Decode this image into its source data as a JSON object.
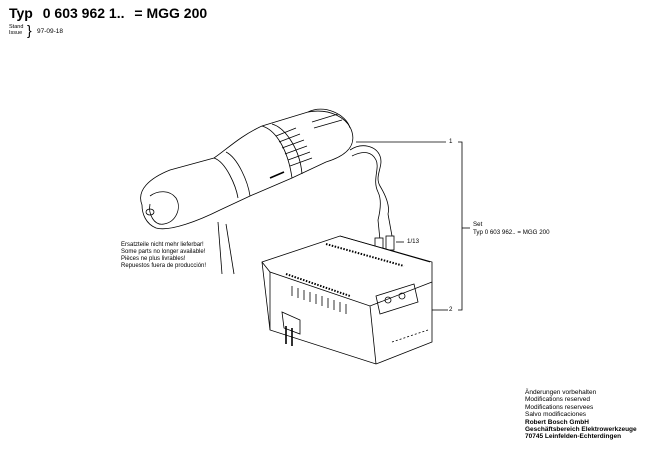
{
  "header": {
    "typ_label": "Typ",
    "part_number": "0 603 962 1..",
    "equals_model": "= MGG 200",
    "stand_label": "Stand",
    "issue_label": "Issue",
    "issue_date": "97-09-18"
  },
  "callouts": {
    "item1": "1",
    "item2": "2",
    "item1_13": "1/13",
    "set_label": "Set",
    "set_detail": "Typ 0 603 962.. = MGG 200"
  },
  "notice": [
    "Ersatzteile nicht mehr lieferbar!",
    "Some parts no longer available!",
    "Pièces ne plus livrables!",
    "Repuestos fuera de producción!"
  ],
  "footer": {
    "lines": [
      "Änderungen vorbehalten",
      "Modifications reserved",
      "Modifications reservees",
      "Salvo modificaciones"
    ],
    "company": [
      "Robert Bosch GmbH",
      "Geschäftsbereich Elektrowerkzeuge",
      "70745 Leinfelden-Echterdingen"
    ]
  }
}
